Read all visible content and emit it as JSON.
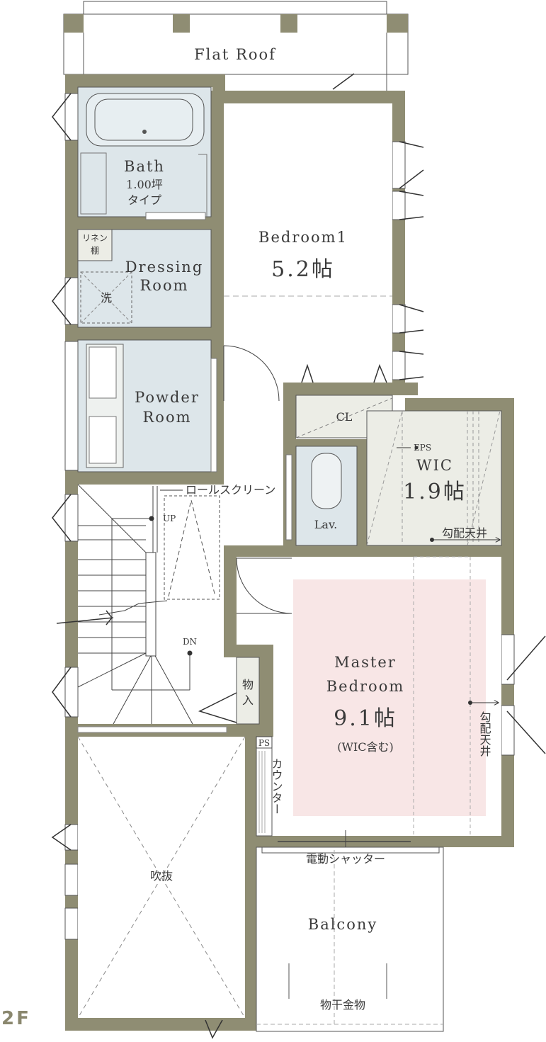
{
  "floor_label": "2F",
  "colors": {
    "wall": "#8f8d73",
    "wet_area": "#dde6ea",
    "storage": "#ecede6",
    "master_highlight": "#f8e6e6",
    "line": "#3a3a3a"
  },
  "rooms": {
    "flat_roof": "Flat Roof",
    "bath": {
      "name": "Bath",
      "size": "1.00坪",
      "type": "タイプ"
    },
    "linen": {
      "line1": "リネン",
      "line2": "棚"
    },
    "dressing": {
      "line1": "Dressing",
      "line2": "Room"
    },
    "washer": "洗",
    "powder": {
      "line1": "Powder",
      "line2": "Room"
    },
    "bedroom1": {
      "name": "Bedroom1",
      "size": "5.2帖"
    },
    "closet": "CL",
    "eps": "EPS",
    "wic": {
      "name": "WIC",
      "size": "1.9帖",
      "ceiling": "勾配天井"
    },
    "lav": "Lav.",
    "roll_screen": "ロールスクリーン",
    "stair_up": "UP",
    "stair_down": "DN",
    "storage": {
      "line1": "物",
      "line2": "入"
    },
    "ps": "PS",
    "counter": "カウンター",
    "master": {
      "line1": "Master",
      "line2": "Bedroom",
      "size": "9.1帖",
      "note": "(WIC含む)"
    },
    "sloped_ceiling_vertical": "勾配天井",
    "shutter": "電動シャッター",
    "void": "吹抜",
    "balcony": "Balcony",
    "drying_rack": "物干金物"
  }
}
